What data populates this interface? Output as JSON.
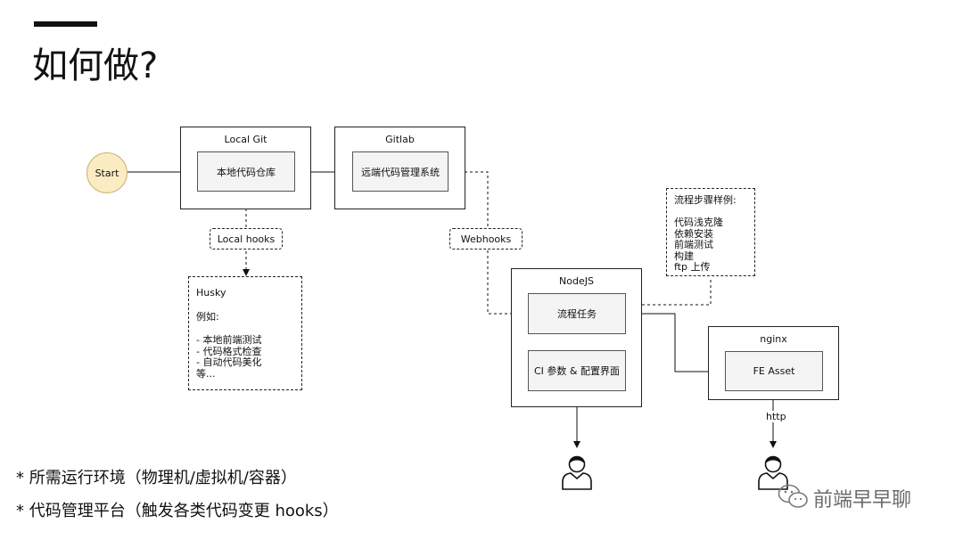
{
  "page": {
    "title": "如何做?"
  },
  "diagram": {
    "start": "Start",
    "local_git": {
      "title": "Local Git",
      "inner": "本地代码仓库"
    },
    "gitlab": {
      "title": "Gitlab",
      "inner": "远端代码管理系统"
    },
    "local_hooks": "Local hooks",
    "webhooks": "Webhooks",
    "husky_note": {
      "title": "Husky",
      "example": "例如:",
      "items": [
        "- 本地前端测试",
        "- 代码格式检查",
        "- 自动代码美化",
        "等..."
      ]
    },
    "steps_note": {
      "title": "流程步骤样例:",
      "items": [
        "代码浅克隆",
        "依赖安装",
        "前端测试",
        "构建",
        "ftp 上传"
      ]
    },
    "nodejs": {
      "title": "NodeJS",
      "task": "流程任务",
      "ci": "CI 参数 & 配置界面"
    },
    "nginx": {
      "title": "nginx",
      "inner": "FE Asset"
    },
    "http_label": "http"
  },
  "bullets": [
    "* 所需运行环境（物理机/虚拟机/容器）",
    "* 代码管理平台（触发各类代码变更 hooks）"
  ],
  "watermark": "前端早早聊"
}
